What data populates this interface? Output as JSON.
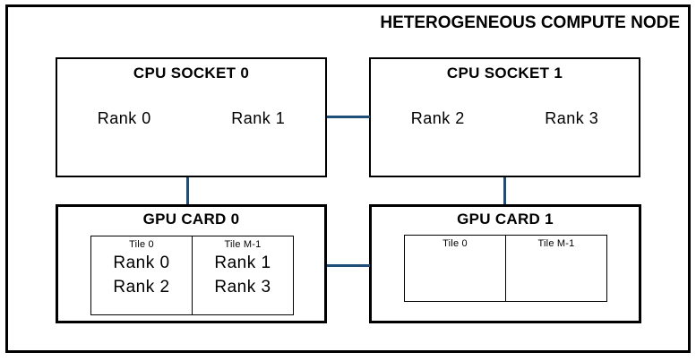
{
  "title": "HETEROGENEOUS COMPUTE NODE",
  "colors": {
    "background": "#ffffff",
    "border": "#000000",
    "connector": "#1f4e79",
    "text": "#000000"
  },
  "cpu_sockets": [
    {
      "label": "CPU SOCKET 0",
      "ranks": [
        "Rank 0",
        "Rank 1"
      ]
    },
    {
      "label": "CPU SOCKET 1",
      "ranks": [
        "Rank 2",
        "Rank 3"
      ]
    }
  ],
  "gpu_cards": [
    {
      "label": "GPU CARD 0",
      "tiles": [
        {
          "label": "Tile 0",
          "ranks": [
            "Rank 0",
            "Rank 2"
          ]
        },
        {
          "label": "Tile M-1",
          "ranks": [
            "Rank 1",
            "Rank 3"
          ]
        }
      ]
    },
    {
      "label": "GPU CARD 1",
      "tiles": [
        {
          "label": "Tile 0",
          "ranks": []
        },
        {
          "label": "Tile M-1",
          "ranks": []
        }
      ]
    }
  ],
  "connections": [
    {
      "from": "cpu-socket-0",
      "to": "cpu-socket-1"
    },
    {
      "from": "cpu-socket-0",
      "to": "gpu-card-0"
    },
    {
      "from": "cpu-socket-1",
      "to": "gpu-card-1"
    },
    {
      "from": "gpu-card-0",
      "to": "gpu-card-1"
    }
  ]
}
